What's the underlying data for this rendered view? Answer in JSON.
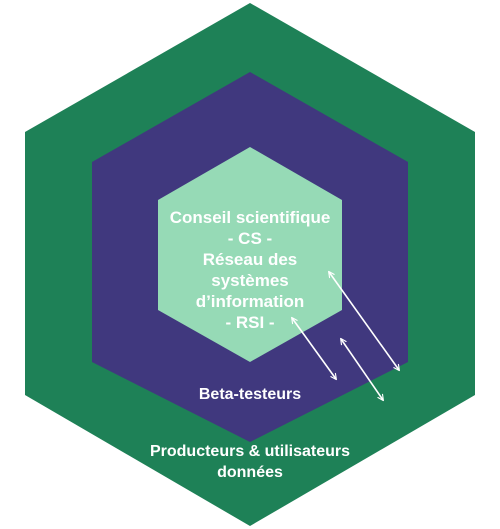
{
  "colors": {
    "outer": "#1e8157",
    "middle": "#40387e",
    "core": "#96dab6",
    "arrow": "#ffffff",
    "text": "#ffffff"
  },
  "diagram": {
    "outer_layer": {
      "line1": "Producteurs & utilisateurs",
      "line2": "données"
    },
    "middle_layer": {
      "label": "Beta-testeurs"
    },
    "core": {
      "line1": "Conseil scientifique",
      "line2": "- CS -",
      "line3": "Réseau des",
      "line4": "systèmes",
      "line5": "d’information",
      "line6": "- RSI -"
    }
  }
}
